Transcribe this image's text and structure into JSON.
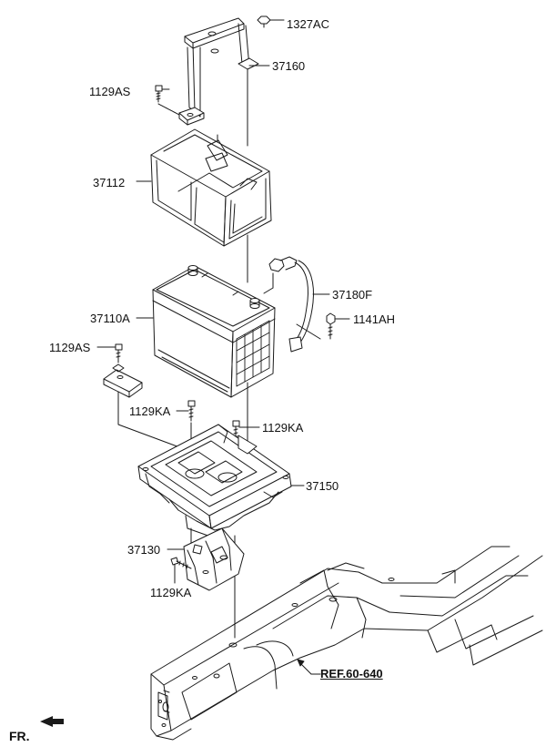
{
  "labels": {
    "p1327AC": "1327AC",
    "p37160": "37160",
    "p1129AS_top": "1129AS",
    "p37112": "37112",
    "p37180F": "37180F",
    "p1141AH": "1141AH",
    "p37110A": "37110A",
    "p1129AS_mid": "1129AS",
    "p1129KA_left": "1129KA",
    "p1129KA_right": "1129KA",
    "p37150": "37150",
    "p37130": "37130",
    "p1129KA_bottom": "1129KA",
    "ref": "REF.60-640",
    "fr": "FR."
  },
  "colors": {
    "line": "#1a1a1a",
    "paper": "#ffffff"
  }
}
